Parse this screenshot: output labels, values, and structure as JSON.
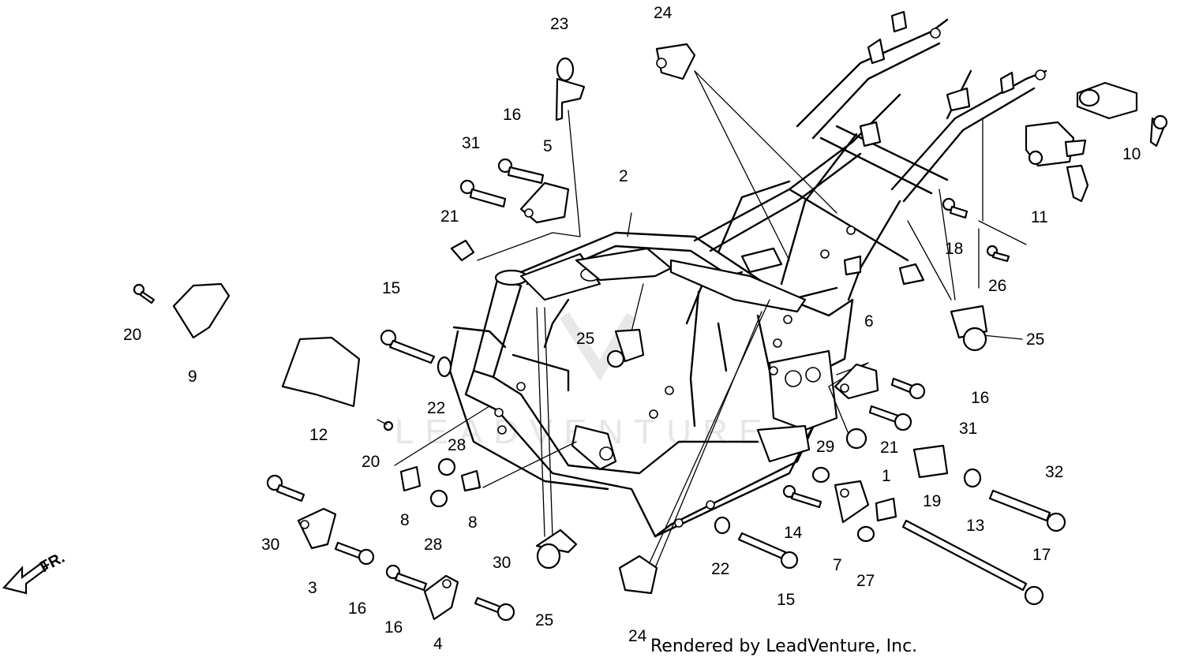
{
  "watermark": "LEADVENTURE",
  "direction_label": "FR.",
  "credit": "Rendered by LeadVenture, Inc.",
  "callouts": {
    "c1": "1",
    "c2": "2",
    "c3": "3",
    "c4": "4",
    "c5": "5",
    "c6": "6",
    "c7": "7",
    "c8a": "8",
    "c8b": "8",
    "c9": "9",
    "c10": "10",
    "c11": "11",
    "c12": "12",
    "c13": "13",
    "c14": "14",
    "c15a": "15",
    "c15b": "15",
    "c16a": "16",
    "c16b": "16",
    "c16c": "16",
    "c16d": "16",
    "c17": "17",
    "c18": "18",
    "c19": "19",
    "c20a": "20",
    "c20b": "20",
    "c21a": "21",
    "c21b": "21",
    "c22a": "22",
    "c22b": "22",
    "c23": "23",
    "c24a": "24",
    "c24b": "24",
    "c25a": "25",
    "c25b": "25",
    "c25c": "25",
    "c26": "26",
    "c27": "27",
    "c28a": "28",
    "c28b": "28",
    "c29": "29",
    "c30a": "30",
    "c30b": "30",
    "c31a": "31",
    "c31b": "31",
    "c32": "32"
  }
}
